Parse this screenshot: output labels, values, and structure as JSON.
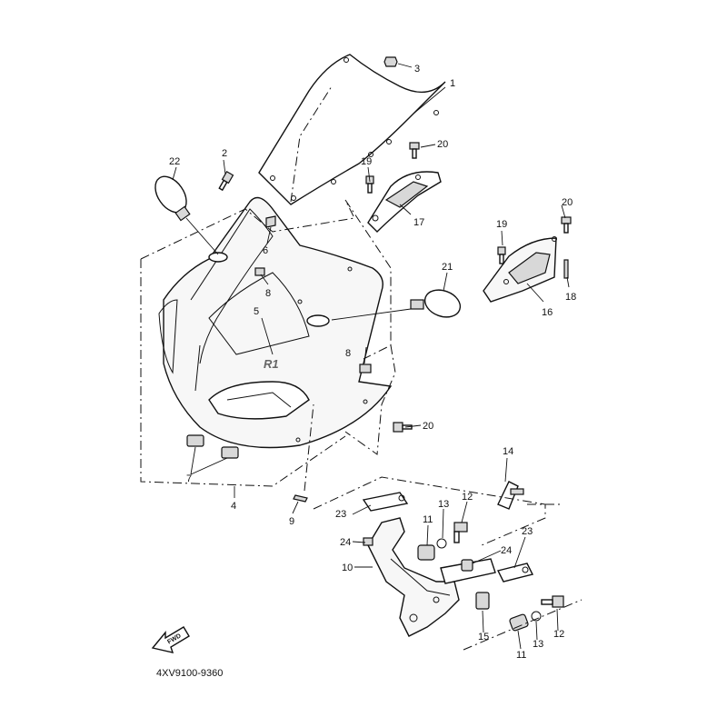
{
  "diagram": {
    "part_code": "4XV9100-9360",
    "fwd_label": "FWD",
    "model_badge": "R1",
    "callouts": {
      "c1": "1",
      "c2": "2",
      "c3": "3",
      "c4": "4",
      "c5": "5",
      "c6": "6",
      "c7": "7",
      "c8a": "8",
      "c8b": "8",
      "c9": "9",
      "c10": "10",
      "c11a": "11",
      "c11b": "11",
      "c12a": "12",
      "c12b": "12",
      "c13a": "13",
      "c13b": "13",
      "c14": "14",
      "c15": "15",
      "c16": "16",
      "c17": "17",
      "c18": "18",
      "c19a": "19",
      "c19b": "19",
      "c20a": "20",
      "c20b": "20",
      "c20c": "20",
      "c21": "21",
      "c22": "22",
      "c23a": "23",
      "c23b": "23",
      "c24a": "24",
      "c24b": "24"
    }
  }
}
